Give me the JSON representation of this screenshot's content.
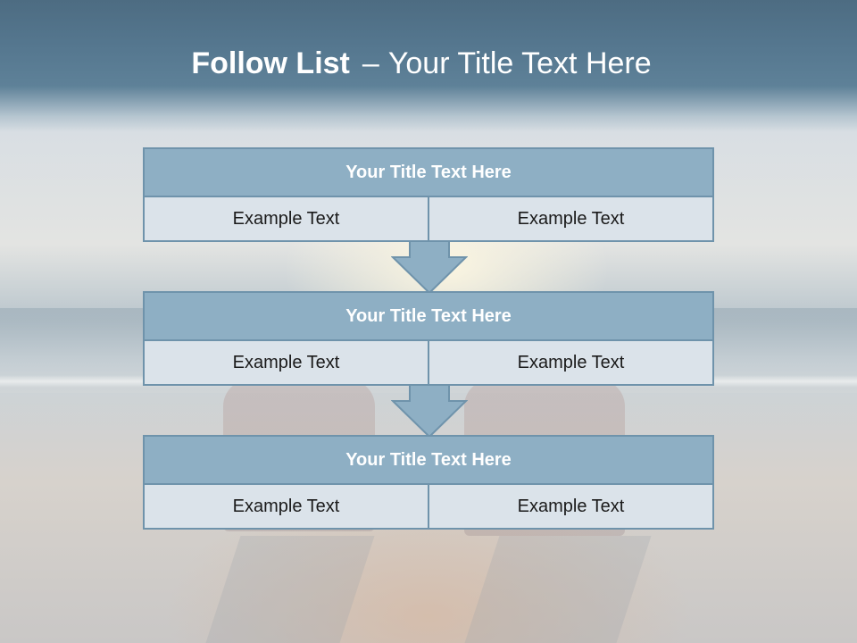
{
  "slide": {
    "title_bold": "Follow List",
    "title_dash": "–",
    "title_rest": "Your Title Text Here"
  },
  "blocks": [
    {
      "title": "Your Title Text Here",
      "left": "Example Text",
      "right": "Example Text"
    },
    {
      "title": "Your Title Text Here",
      "left": "Example Text",
      "right": "Example Text"
    },
    {
      "title": "Your Title Text Here",
      "left": "Example Text",
      "right": "Example Text"
    }
  ],
  "colors": {
    "header": "#55778f",
    "block_title_fill": "#8eafc4",
    "block_border": "#6f93ab",
    "block_cell_fill": "#dbe3ea"
  },
  "icons": [
    "down-arrow-icon",
    "down-arrow-icon"
  ]
}
